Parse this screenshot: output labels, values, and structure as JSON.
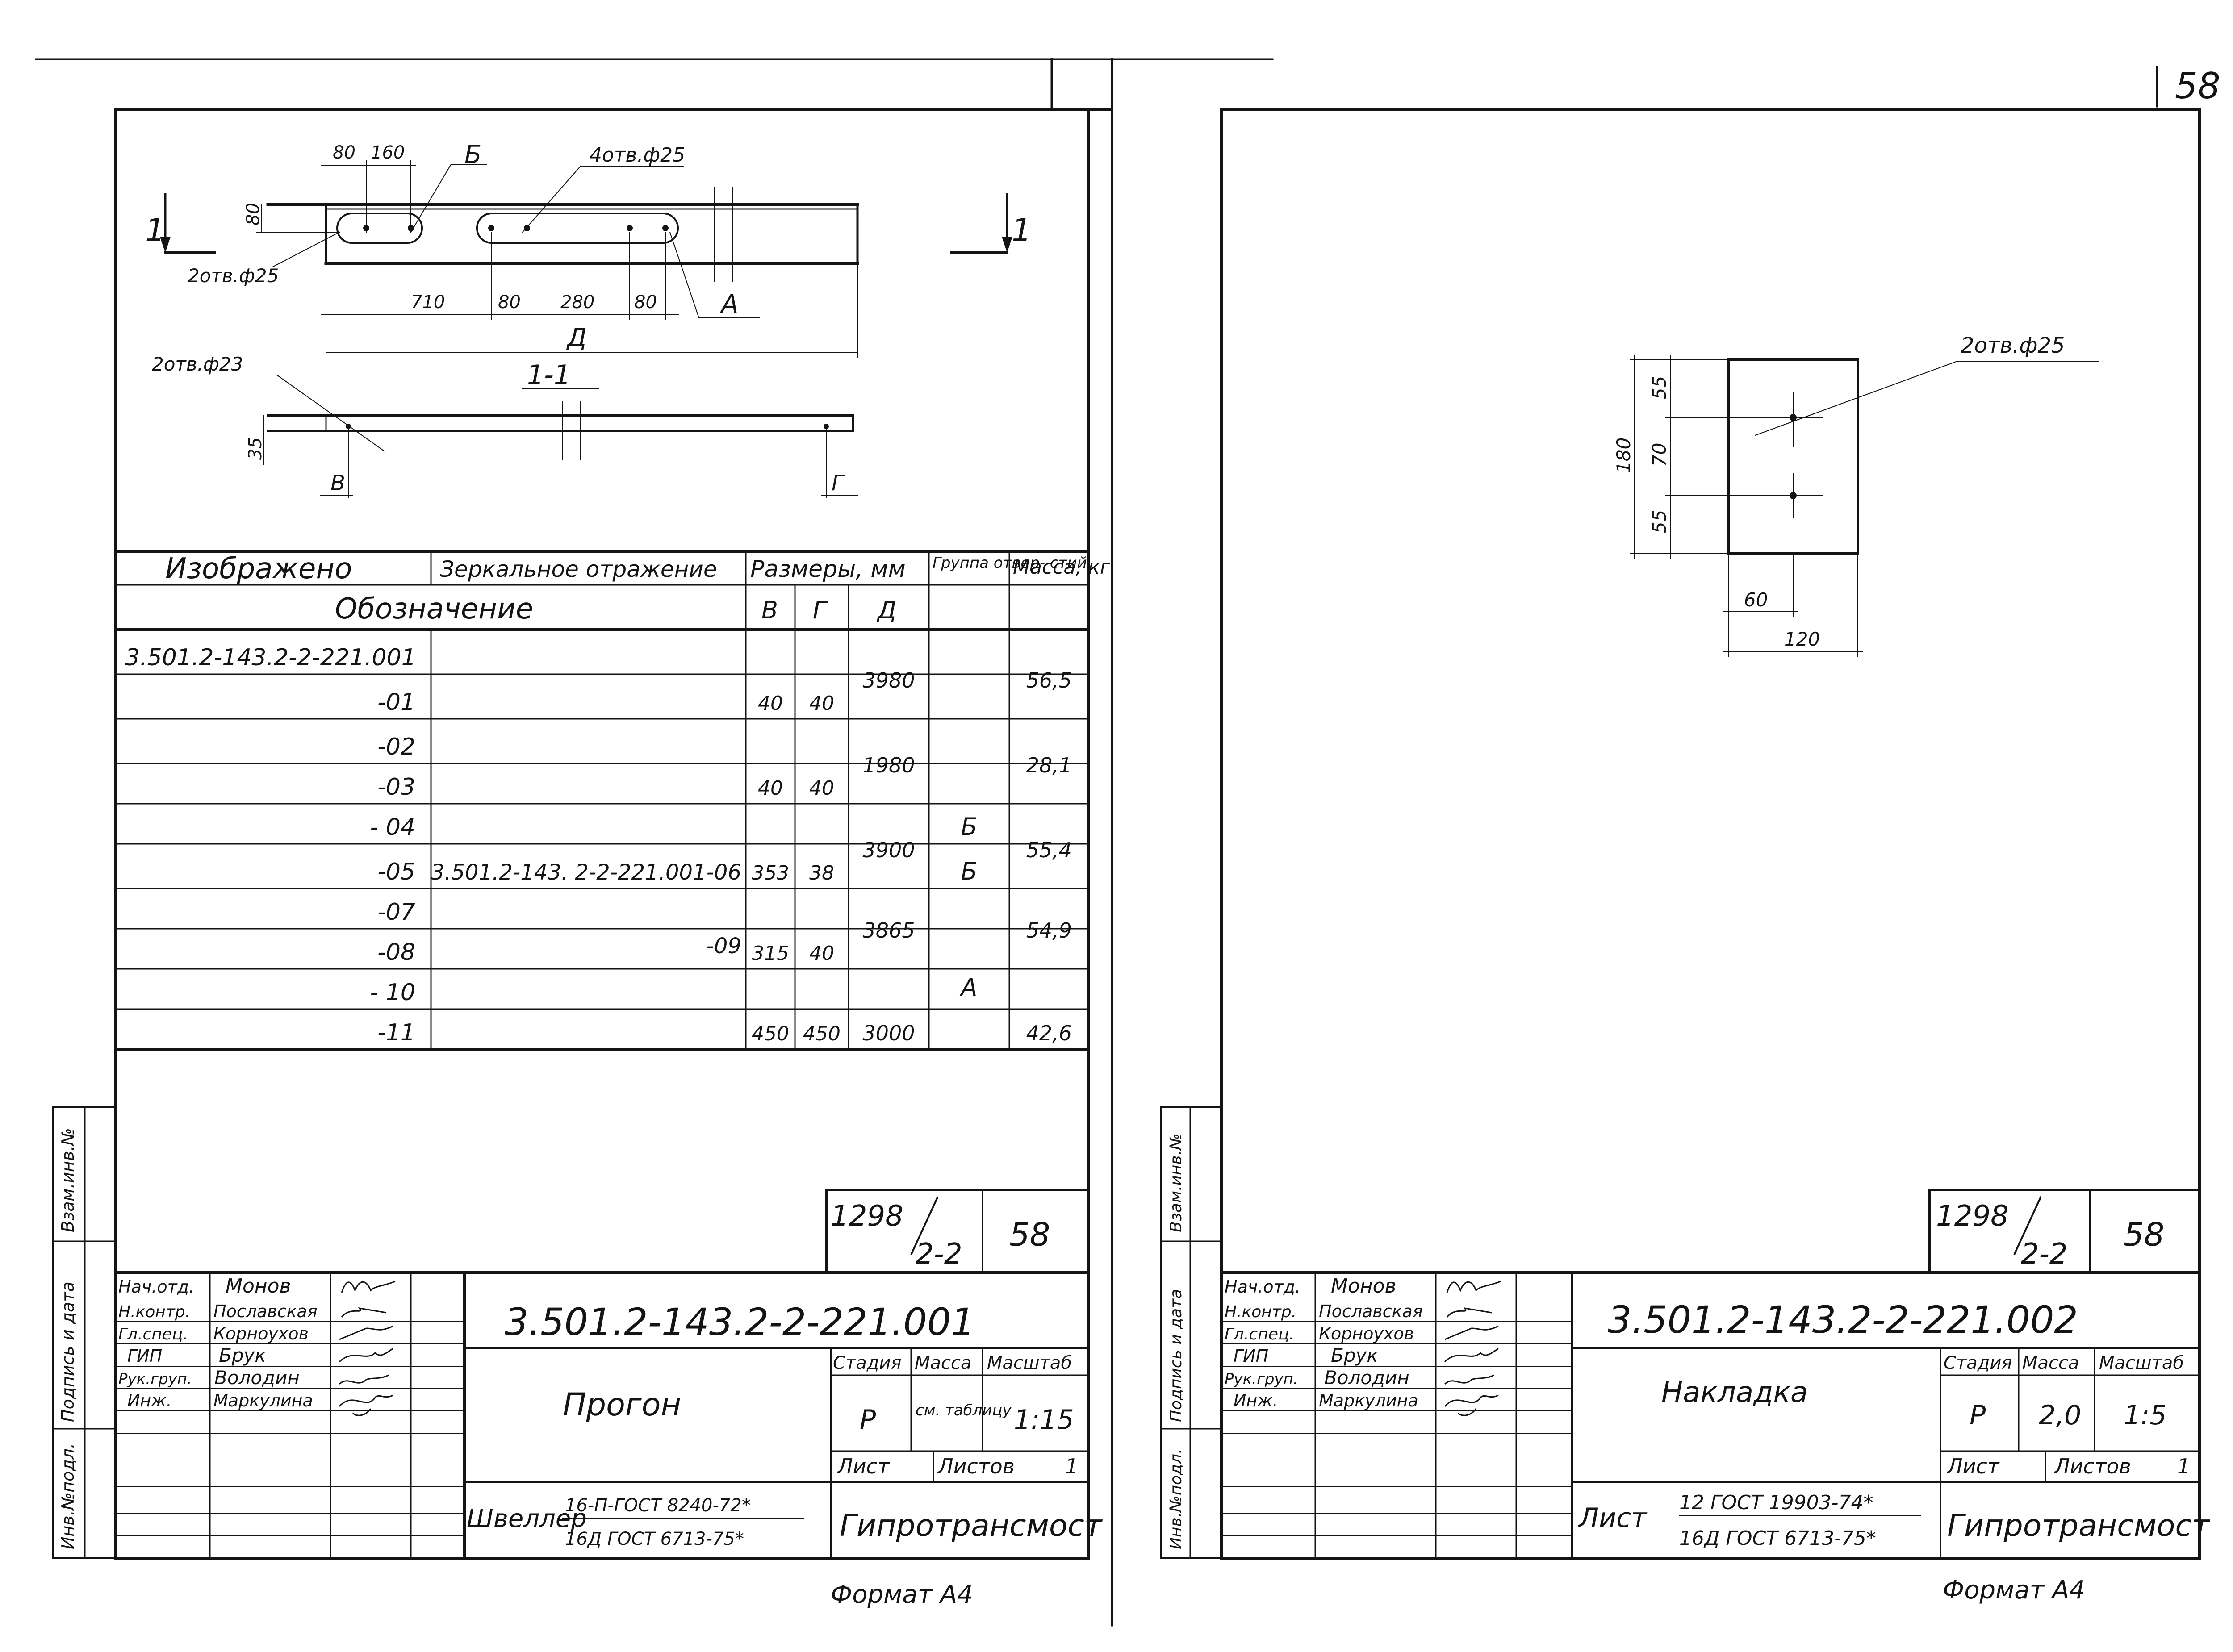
{
  "page_number": "58",
  "left": {
    "drawing": {
      "holes_note": "2отв.ф25",
      "holes_note_right": "4отв.ф25",
      "holes_note_bottom": "2отв.ф23",
      "dim_80": "80",
      "dim_160": "160",
      "dim_710": "710",
      "dim_80b": "80",
      "dim_280": "280",
      "dim_80c": "80",
      "dim_80v": "80",
      "dim_35": "35",
      "label_B": "Б",
      "label_A": "А",
      "label_D": "Д",
      "label_V": "В",
      "label_G": "Г",
      "section_mark_left": "1",
      "section_mark_right": "1",
      "section_title": "1-1"
    },
    "table": {
      "headers": {
        "shown": "Изображено",
        "mirror": "Зеркальное отражение",
        "sizes": "Размеры, мм",
        "group": "Группа отвер- стий",
        "mass": "Масса, кг",
        "designation": "Обозначение",
        "col_v": "В",
        "col_g": "Г",
        "col_d": "Д"
      },
      "rows": [
        {
          "shown": "3.501.2-143.2-2-221.001",
          "mirror": "",
          "v": "",
          "g": "",
          "d": "",
          "group": "",
          "mass": ""
        },
        {
          "shown": "-01",
          "mirror": "",
          "v": "40",
          "g": "40",
          "d": "3980",
          "group": "",
          "mass": "56,5"
        },
        {
          "shown": "-02",
          "mirror": "",
          "v": "",
          "g": "",
          "d": "",
          "group": "",
          "mass": ""
        },
        {
          "shown": "-03",
          "mirror": "",
          "v": "40",
          "g": "40",
          "d": "1980",
          "group": "",
          "mass": "28,1"
        },
        {
          "shown": "- 04",
          "mirror": "",
          "v": "",
          "g": "",
          "d": "",
          "group": "Б",
          "mass": ""
        },
        {
          "shown": "-05",
          "mirror": "3.501.2-143. 2-2-221.001-06",
          "v": "353",
          "g": "38",
          "d": "3900",
          "group": "Б",
          "mass": "55,4"
        },
        {
          "shown": "-07",
          "mirror": "",
          "v": "",
          "g": "",
          "d": "",
          "group": "",
          "mass": ""
        },
        {
          "shown": "-08",
          "mirror": "-09",
          "v": "315",
          "g": "40",
          "d": "3865",
          "group": "",
          "mass": "54,9"
        },
        {
          "shown": "- 10",
          "mirror": "",
          "v": "",
          "g": "",
          "d": "",
          "group": "А",
          "mass": ""
        },
        {
          "shown": "-11",
          "mirror": "",
          "v": "450",
          "g": "450",
          "d": "3000",
          "group": "",
          "mass": "42,6"
        }
      ]
    },
    "side_labels": [
      "Взам.инв.№",
      "Подпись и дата",
      "Инв.№подл."
    ],
    "stamp": {
      "album_top": "1298",
      "album_bottom": "2-2",
      "sheet_no": "58",
      "code": "3.501.2-143.2-2-221.001",
      "name": "Прогон",
      "stage_label": "Стадия",
      "mass_label": "Масса",
      "scale_label": "Масштаб",
      "stage": "Р",
      "mass": "см. таблицу",
      "scale": "1:15",
      "sheet_label": "Лист",
      "sheets_label": "Листов",
      "sheets": "1",
      "material_prefix": "Швеллер",
      "material_top": "16-П-ГОСТ 8240-72*",
      "material_bottom": "16Д ГОСТ 6713-75*",
      "org": "Гипротрансмост",
      "roles": [
        "Нач.отд.",
        "Н.контр.",
        "Гл.спец.",
        "ГИП",
        "Рук.груп.",
        "Инж."
      ],
      "names": [
        "Монов",
        "Пославская",
        "Корноухов",
        "Брук",
        "Володин",
        "Маркулина"
      ]
    },
    "format": "Формат А4"
  },
  "right": {
    "drawing": {
      "holes_note": "2отв.ф25",
      "dim_180": "180",
      "dim_55a": "55",
      "dim_70": "70",
      "dim_55b": "55",
      "dim_60": "60",
      "dim_120": "120"
    },
    "side_labels": [
      "Взам.инв.№",
      "Подпись и дата",
      "Инв.№подл."
    ],
    "stamp": {
      "album_top": "1298",
      "album_bottom": "2-2",
      "sheet_no": "58",
      "code": "3.501.2-143.2-2-221.002",
      "name": "Накладка",
      "stage_label": "Стадия",
      "mass_label": "Масса",
      "scale_label": "Масштаб",
      "stage": "Р",
      "mass": "2,0",
      "scale": "1:5",
      "sheet_label": "Лист",
      "sheets_label": "Листов",
      "sheets": "1",
      "material_prefix": "Лист",
      "material_top": "12 ГОСТ 19903-74*",
      "material_bottom": "16Д ГОСТ 6713-75*",
      "org": "Гипротрансмост",
      "roles": [
        "Нач.отд.",
        "Н.контр.",
        "Гл.спец.",
        "ГИП",
        "Рук.груп.",
        "Инж."
      ],
      "names": [
        "Монов",
        "Пославская",
        "Корноухов",
        "Брук",
        "Володин",
        "Маркулина"
      ]
    },
    "format": "Формат А4"
  }
}
